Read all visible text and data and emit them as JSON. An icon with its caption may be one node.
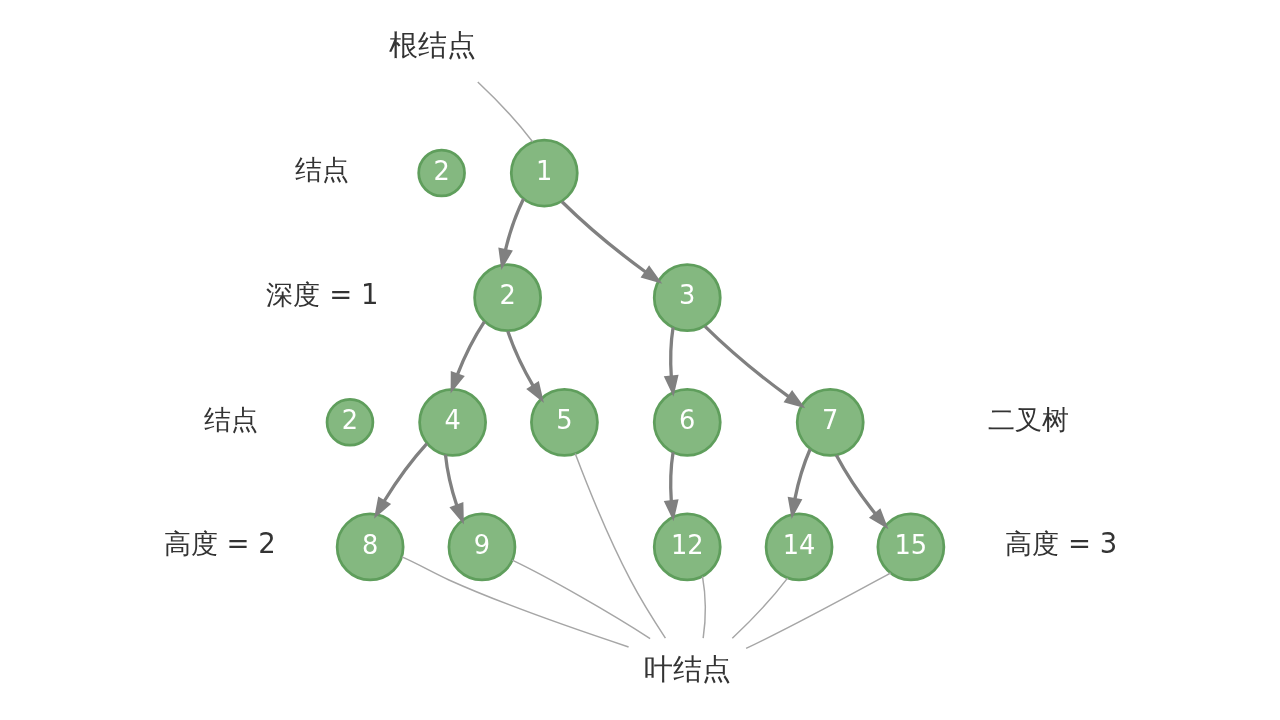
{
  "diagram": {
    "nodes": [
      {
        "text": [
          "根结点"
        ]
      },
      {
        "text": [
          "1"
        ]
      },
      {
        "text": [
          "2"
        ]
      },
      {
        "text": [
          "2"
        ]
      },
      {
        "text": [
          "3"
        ]
      },
      {
        "text": [
          "2"
        ]
      },
      {
        "text": [
          "4"
        ]
      },
      {
        "text": [
          "5"
        ]
      },
      {
        "text": [
          "6"
        ]
      },
      {
        "text": [
          "7"
        ]
      },
      {
        "text": [
          "8"
        ]
      },
      {
        "text": [
          "9"
        ]
      },
      {
        "text": [
          "12"
        ]
      },
      {
        "text": [
          "14"
        ]
      },
      {
        "text": [
          "15"
        ]
      },
      {
        "text": [
          "叶结点"
        ]
      }
    ],
    "edges": [
      {
        "from": 0,
        "to": 1,
        "arrow": "none",
        "color": "#a6a6a6"
      },
      {
        "from": 1,
        "to": 3,
        "arrow": "to"
      },
      {
        "from": 1,
        "to": 4,
        "arrow": "to"
      },
      {
        "from": 3,
        "to": 6,
        "arrow": "to"
      },
      {
        "from": 3,
        "to": 7,
        "arrow": "to"
      },
      {
        "from": 4,
        "to": 8,
        "arrow": "to"
      },
      {
        "from": 4,
        "to": 9,
        "arrow": "to"
      },
      {
        "from": 6,
        "to": 10,
        "arrow": "to"
      },
      {
        "from": 6,
        "to": 11,
        "arrow": "to"
      },
      {
        "from": 8,
        "to": 12,
        "arrow": "to"
      },
      {
        "from": 9,
        "to": 13,
        "arrow": "to"
      },
      {
        "from": 9,
        "to": 14,
        "arrow": "to"
      },
      {
        "from": 15,
        "to": 10,
        "arrow": "none",
        "color": "#a6a6a6"
      },
      {
        "from": 15,
        "to": 11,
        "arrow": "none",
        "color": "#a6a6a6"
      },
      {
        "from": 15,
        "to": 7,
        "arrow": "none",
        "color": "#a6a6a6"
      },
      {
        "from": 15,
        "to": 12,
        "arrow": "none",
        "color": "#a6a6a6"
      },
      {
        "from": 15,
        "to": 13,
        "arrow": "none",
        "color": "#a6a6a6"
      },
      {
        "from": 15,
        "to": 14,
        "arrow": "none",
        "color": "#a6a6a6"
      }
    ],
    "labels": [
      "结点",
      "深度 = 1",
      "结点",
      "高度 = 2",
      "二叉树",
      "高度 = 3"
    ]
  }
}
